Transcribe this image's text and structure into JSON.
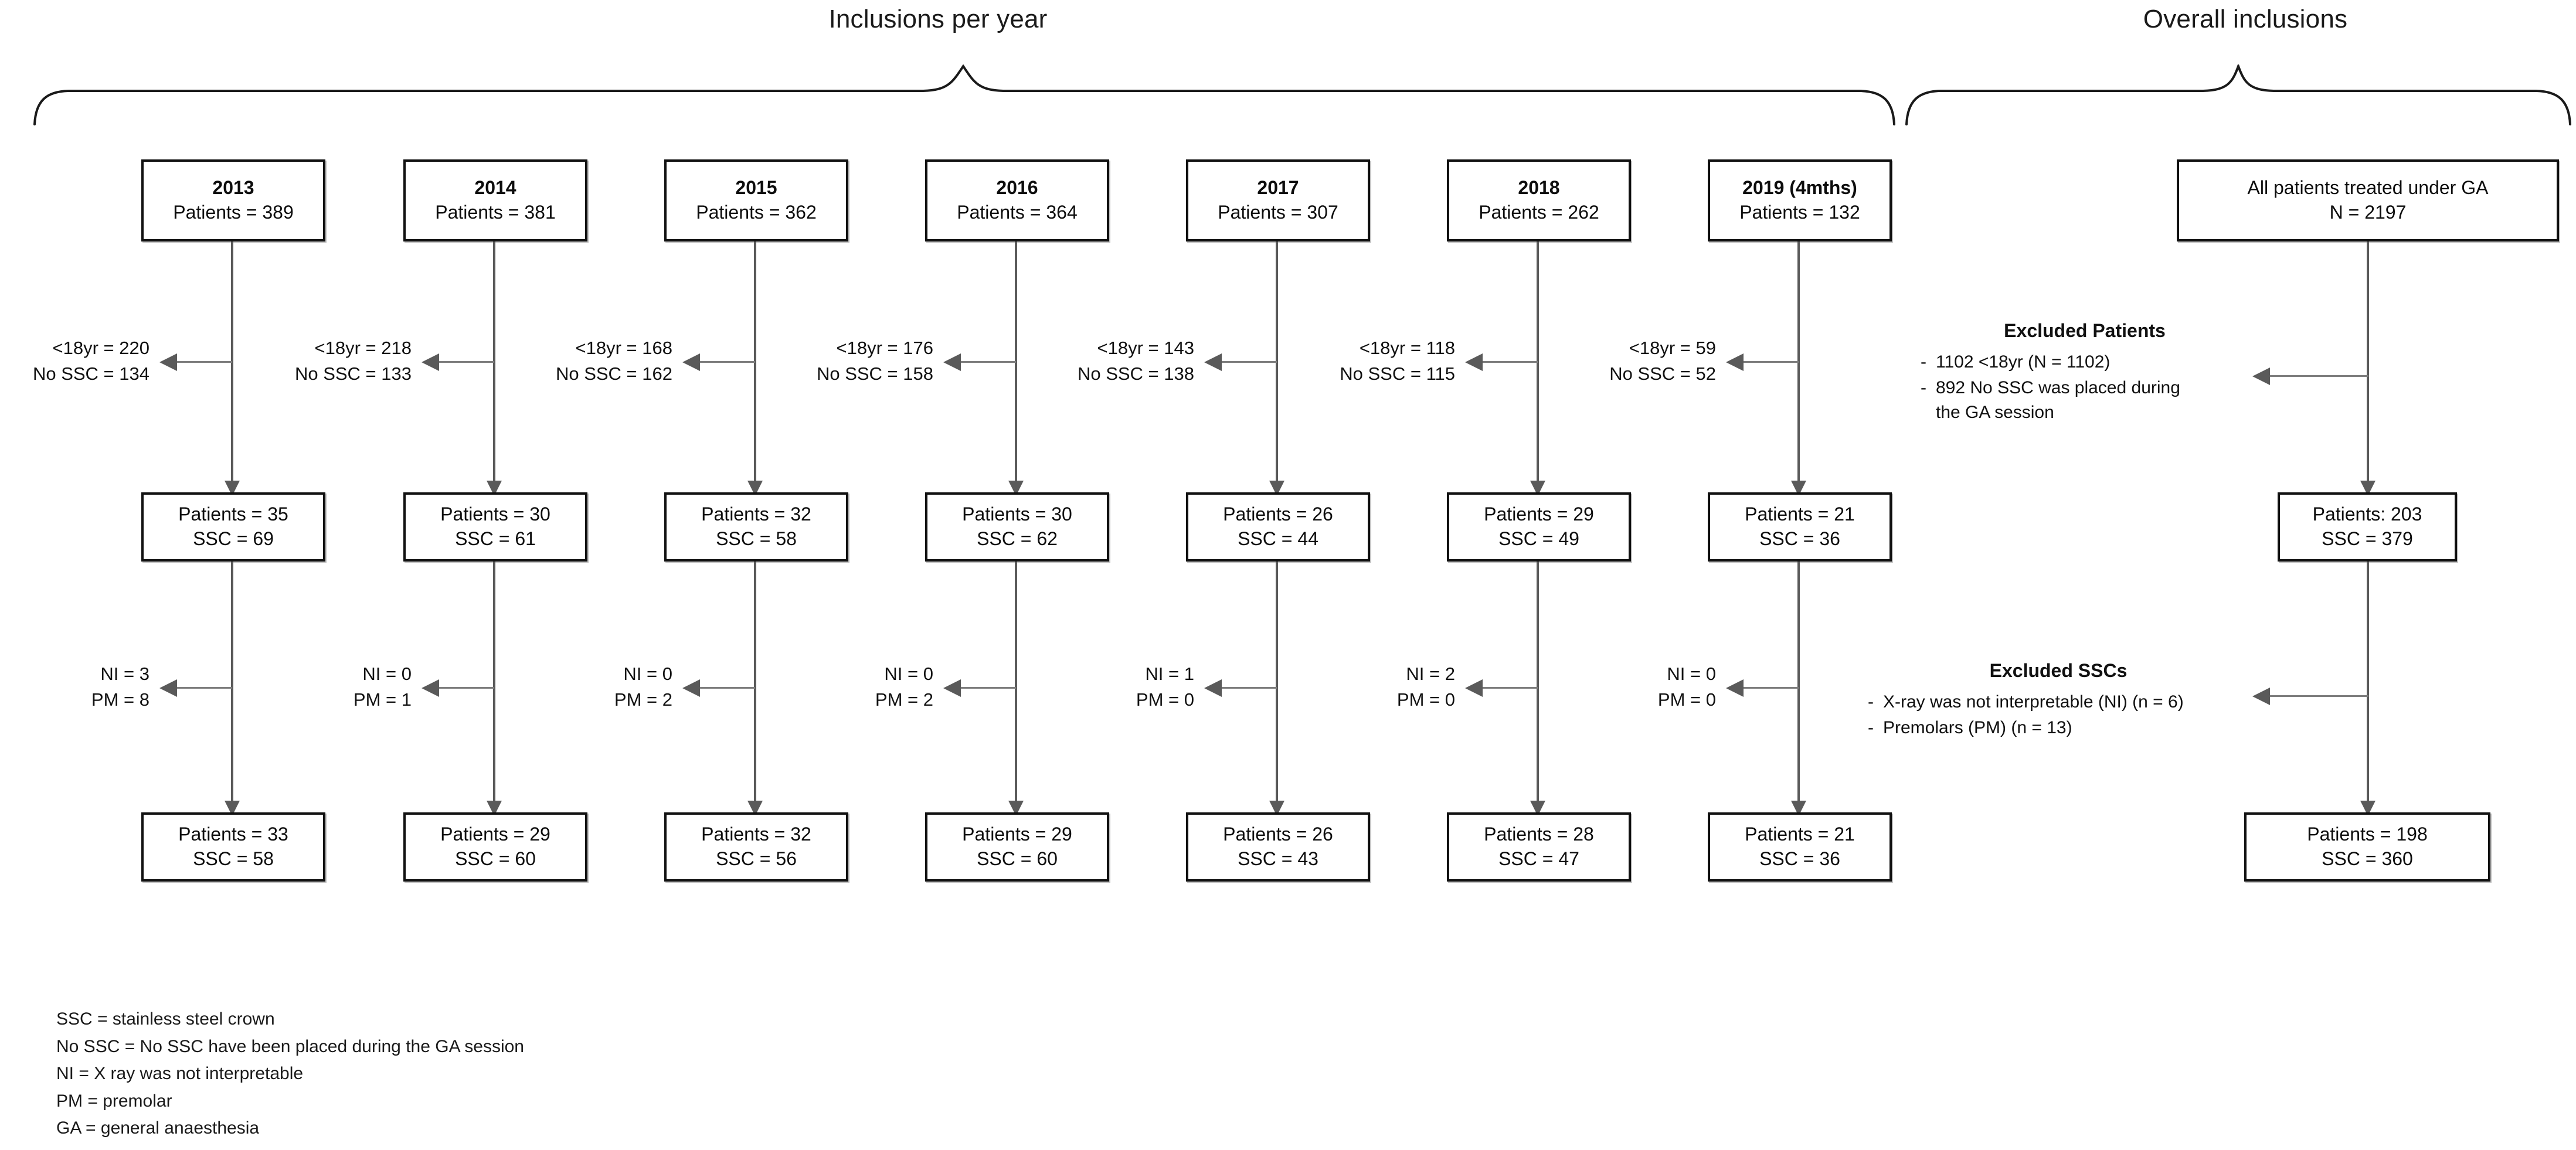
{
  "sections": {
    "left_title": "Inclusions per year",
    "right_title": "Overall inclusions"
  },
  "year_columns": [
    {
      "year": "2013",
      "patients_line": "Patients = 389",
      "excl1_a": "<18yr = 220",
      "excl1_b": "No SSC = 134",
      "mid_a": "Patients = 35",
      "mid_b": "SSC = 69",
      "excl2_a": "NI = 3",
      "excl2_b": "PM = 8",
      "final_a": "Patients = 33",
      "final_b": "SSC = 58"
    },
    {
      "year": "2014",
      "patients_line": "Patients = 381",
      "excl1_a": "<18yr = 218",
      "excl1_b": "No SSC = 133",
      "mid_a": "Patients = 30",
      "mid_b": "SSC = 61",
      "excl2_a": "NI = 0",
      "excl2_b": "PM = 1",
      "final_a": "Patients = 29",
      "final_b": "SSC = 60"
    },
    {
      "year": "2015",
      "patients_line": "Patients = 362",
      "excl1_a": "<18yr = 168",
      "excl1_b": "No SSC = 162",
      "mid_a": "Patients = 32",
      "mid_b": "SSC = 58",
      "excl2_a": "NI = 0",
      "excl2_b": "PM = 2",
      "final_a": "Patients = 32",
      "final_b": "SSC = 56"
    },
    {
      "year": "2016",
      "patients_line": "Patients = 364",
      "excl1_a": "<18yr = 176",
      "excl1_b": "No SSC = 158",
      "mid_a": "Patients = 30",
      "mid_b": "SSC = 62",
      "excl2_a": "NI = 0",
      "excl2_b": "PM = 2",
      "final_a": "Patients = 29",
      "final_b": "SSC = 60"
    },
    {
      "year": "2017",
      "patients_line": "Patients = 307",
      "excl1_a": "<18yr = 143",
      "excl1_b": "No SSC = 138",
      "mid_a": "Patients = 26",
      "mid_b": "SSC = 44",
      "excl2_a": "NI = 1",
      "excl2_b": "PM = 0",
      "final_a": "Patients = 26",
      "final_b": "SSC = 43"
    },
    {
      "year": "2018",
      "patients_line": "Patients = 262",
      "excl1_a": "<18yr = 118",
      "excl1_b": "No SSC = 115",
      "mid_a": "Patients = 29",
      "mid_b": "SSC = 49",
      "excl2_a": "NI = 2",
      "excl2_b": "PM = 0",
      "final_a": "Patients = 28",
      "final_b": "SSC = 47"
    },
    {
      "year": "2019 (4mths)",
      "patients_line": "Patients = 132",
      "excl1_a": "<18yr = 59",
      "excl1_b": "No SSC = 52",
      "mid_a": "Patients = 21",
      "mid_b": "SSC = 36",
      "excl2_a": "NI = 0",
      "excl2_b": "PM = 0",
      "final_a": "Patients = 21",
      "final_b": "SSC = 36"
    }
  ],
  "overall": {
    "top_line1": "All patients treated under GA",
    "top_line2": "N = 2197",
    "mid_line1": "Patients: 203",
    "mid_line2": "SSC = 379",
    "final_line1": "Patients = 198",
    "final_line2": "SSC =  360"
  },
  "excluded_patients": {
    "title": "Excluded Patients",
    "bullet": "-",
    "items": [
      "1102 <18yr (N = 1102)",
      "892 No SSC was placed during\nthe GA session"
    ],
    "item1": "1102 <18yr (N = 1102)",
    "item2_line1": "892 No SSC was placed during",
    "item2_line2": "the GA session"
  },
  "excluded_sscs": {
    "title": "Excluded SSCs",
    "bullet": "-",
    "item1": "X-ray was not interpretable (NI) (n = 6)",
    "item2": "Premolars (PM) (n = 13)"
  },
  "legend": [
    "SSC  =  stainless steel crown",
    "No SSC = No SSC have been placed during the GA session",
    "NI  =  X ray was not interpretable",
    "PM  =  premolar",
    "GA  =  general anaesthesia"
  ],
  "colors": {
    "box_border": "#111111",
    "connector": "#5a5a5a",
    "text": "#111111",
    "background": "#ffffff"
  }
}
